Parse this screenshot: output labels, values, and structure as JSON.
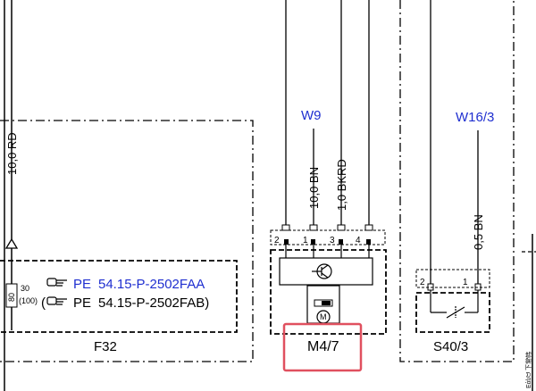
{
  "colors": {
    "wire": "#000000",
    "label_blue": "#1f2fd0",
    "highlight": "#e0505f",
    "background": "#ffffff"
  },
  "wires": {
    "left_main": "10,0 RD",
    "w9_bn": "10,0 BN",
    "w9_bkrd": "1,0 BKRD",
    "w16_bn": "0,5 BN"
  },
  "ground_points": {
    "w9": "W9",
    "w16": "W16/3"
  },
  "components": {
    "f32": "F32",
    "m47": "M4/7",
    "s403": "S40/3",
    "motor_symbol": "M"
  },
  "fuse": {
    "rating": "80",
    "number": "30",
    "alt_number": "(100)"
  },
  "references": {
    "pe1_prefix": "PE",
    "pe1_code": "54.15-P-2502FAA",
    "pe2_prefix": "PE",
    "pe2_code": "54.15-P-2502FAB)",
    "pe2_open": "("
  },
  "pins": {
    "m47": [
      "2",
      "1",
      "3",
      "4"
    ],
    "s403": [
      "2",
      "1"
    ]
  },
  "icons": {
    "pe_ref": "hand-pointer-icon",
    "transistor": "transistor-icon",
    "motor": "motor-icon",
    "ground": "ground-arrow-icon",
    "switch": "switch-icon"
  },
  "right_edge_text": "Εἀსᗢ 下常帏"
}
